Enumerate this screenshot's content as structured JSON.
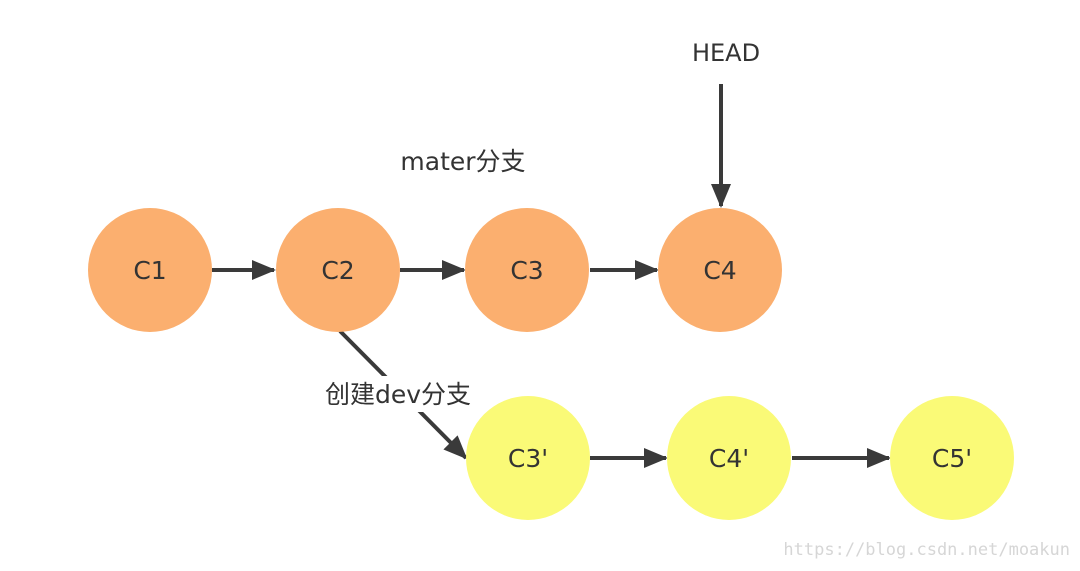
{
  "diagram": {
    "head_label": "HEAD",
    "master_branch_label": "mater分支",
    "dev_branch_label": "创建dev分支",
    "watermark": "https://blog.csdn.net/moakun",
    "colors": {
      "master_node": "#FBAF6F",
      "dev_node": "#FAFA77",
      "arrow": "#3A3A3A",
      "text": "#333333"
    },
    "master_commits": [
      {
        "label": "C1"
      },
      {
        "label": "C2"
      },
      {
        "label": "C3"
      },
      {
        "label": "C4"
      }
    ],
    "dev_commits": [
      {
        "label": "C3'"
      },
      {
        "label": "C4'"
      },
      {
        "label": "C5'"
      }
    ]
  }
}
